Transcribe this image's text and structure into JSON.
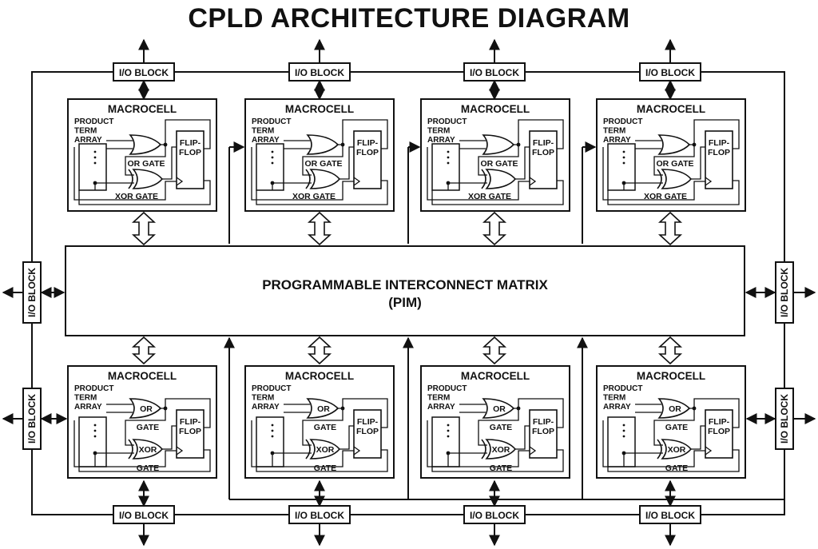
{
  "diagram": {
    "title": "CPLD ARCHITECTURE DIAGRAM",
    "interconnect": {
      "line1": "PROGRAMMABLE INTERCONNECT MATRIX",
      "line2": "(PIM)"
    },
    "io_block_label": "I/O BLOCK",
    "macrocell": {
      "title": "MACROCELL",
      "product_term_lines": [
        "PRODUCT",
        "TERM",
        "ARRAY"
      ],
      "flip_flop_lines": [
        "FLIP-",
        "FLOP"
      ],
      "top_row": {
        "or_label": "OR GATE",
        "xor_label": "XOR GATE"
      },
      "bottom_row": {
        "or_label": "OR",
        "xor_label": "XOR",
        "gate_label": "GATE"
      }
    }
  }
}
